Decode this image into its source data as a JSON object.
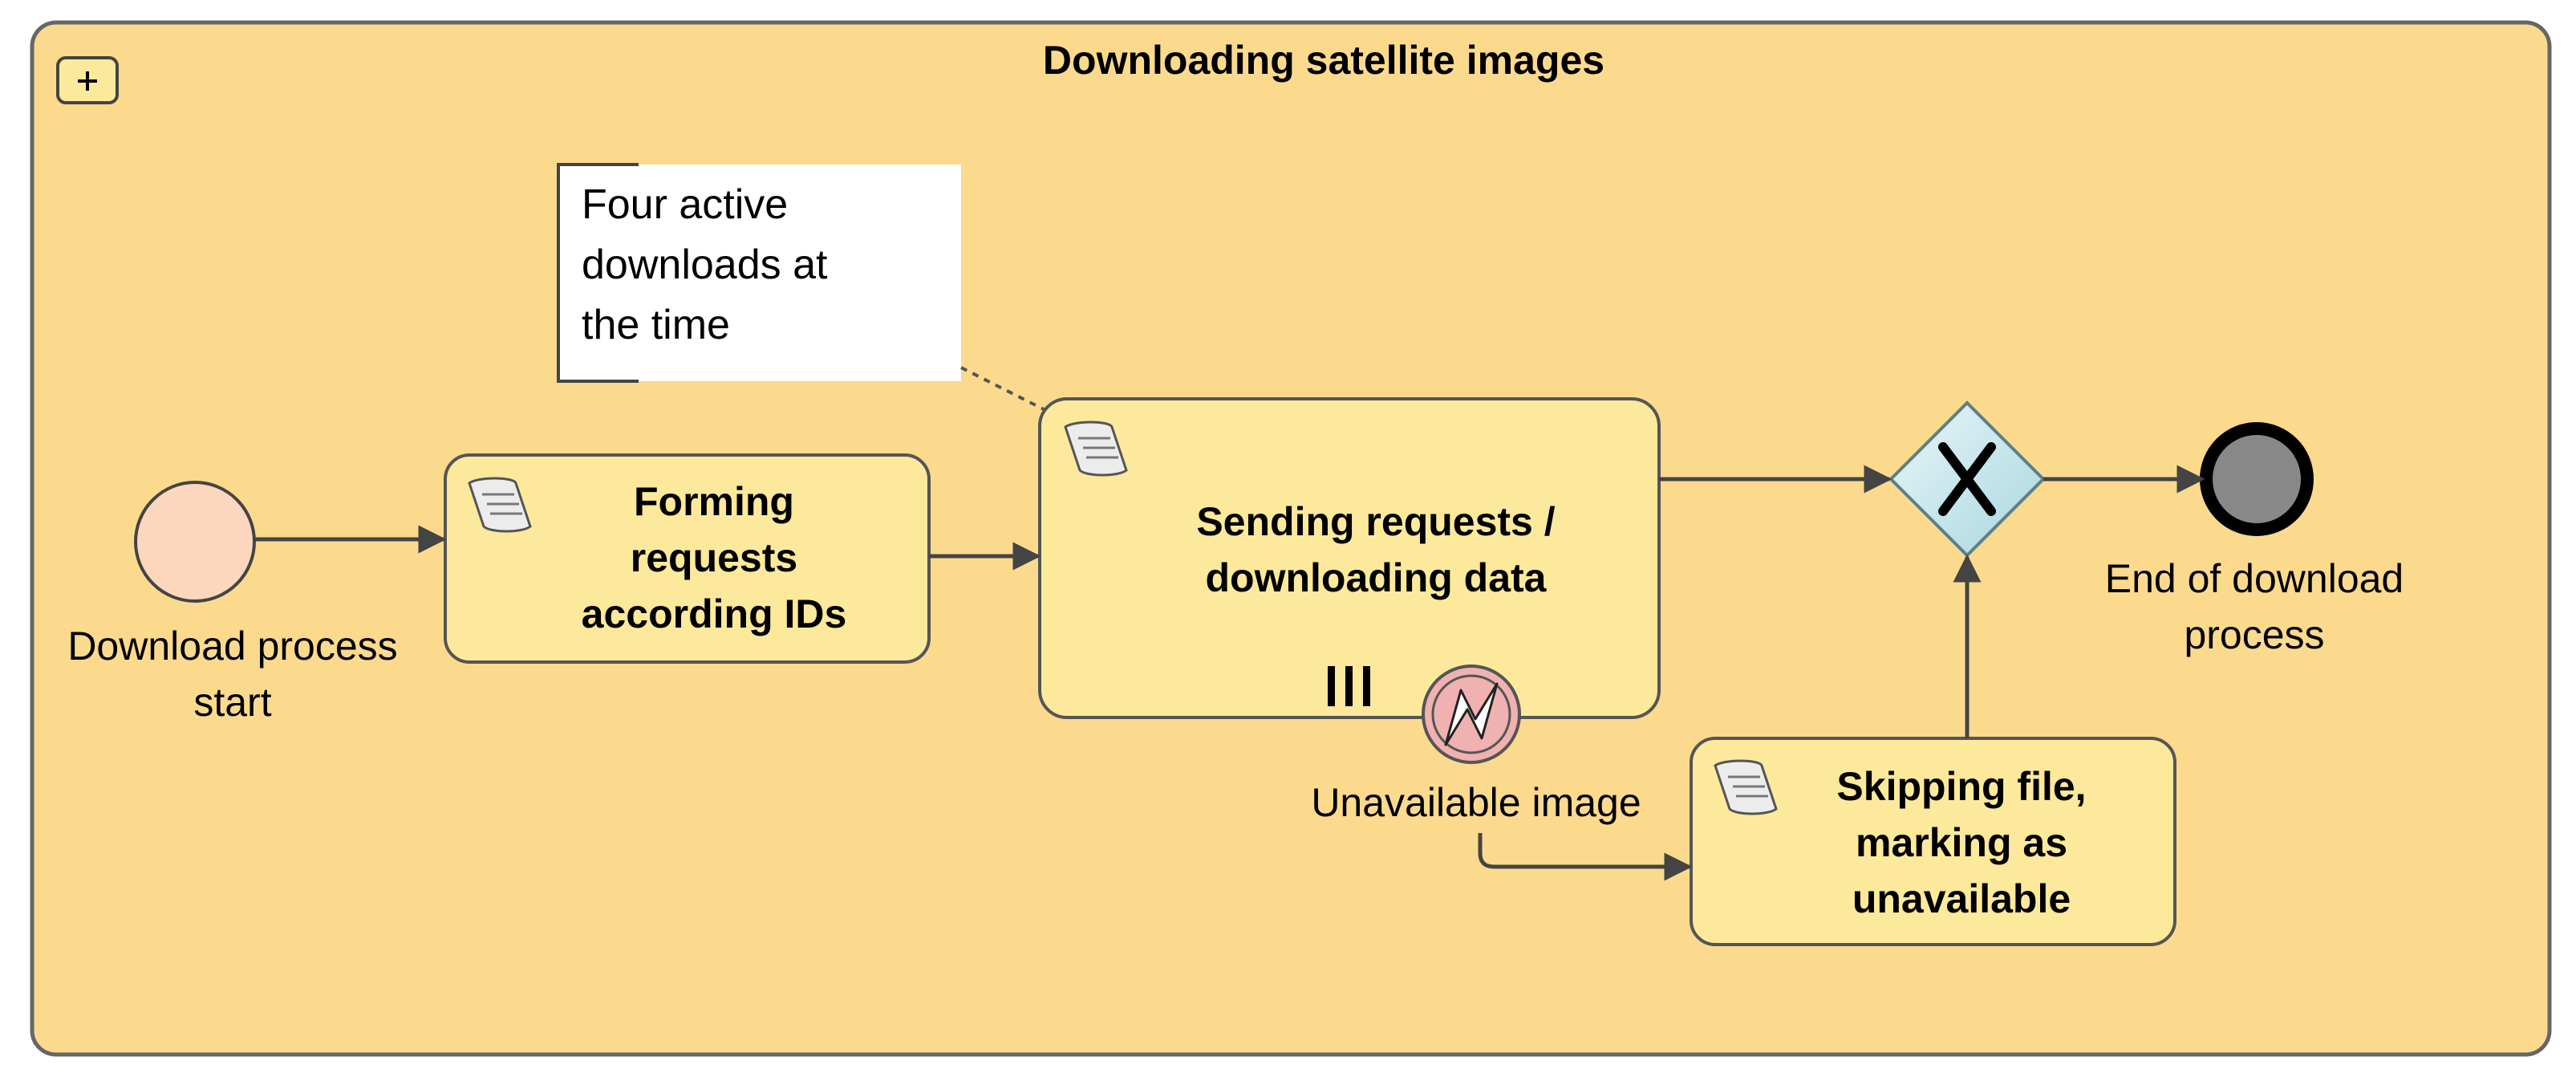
{
  "pool": {
    "title": "Downloading satellite images",
    "expand_marker": "+"
  },
  "events": {
    "start": {
      "label": "Download process\nstart"
    },
    "end": {
      "label": "End of download\nprocess"
    },
    "boundary": {
      "label": "Unavailable image",
      "icon": "lightning-icon"
    }
  },
  "tasks": {
    "forming": {
      "label": "Forming\nrequests\naccording IDs",
      "icon": "script-icon"
    },
    "sending": {
      "label": "Sending requests /\ndownloading data",
      "icon": "script-icon",
      "marker": "III"
    },
    "skipping": {
      "label": "Skipping file,\nmarking as\nunavailable",
      "icon": "script-icon"
    }
  },
  "annotation": {
    "text": "Four active\ndownloads at\nthe time"
  },
  "gateway": {
    "type": "exclusive",
    "symbol": "X"
  },
  "colors": {
    "pool_fill": "#fbda8e",
    "task_fill": "#fde99b",
    "start_fill": "#fdd7bd",
    "end_fill": "#888888",
    "boundary_fill": "#f0b1b1",
    "stroke": "#555555"
  }
}
